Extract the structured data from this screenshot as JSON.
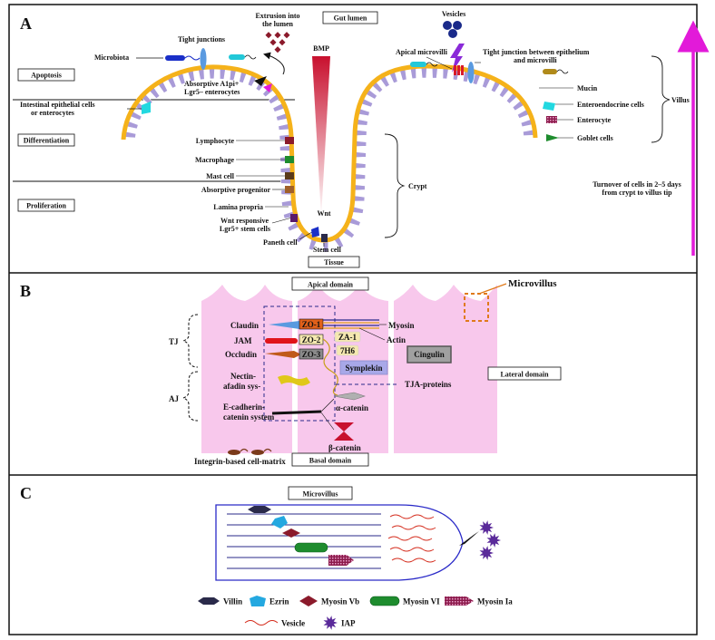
{
  "panel_a": {
    "letter": "A",
    "gut_lumen": "Gut lumen",
    "tissue": "Tissue",
    "zones": [
      "Apoptosis",
      "Differentiation",
      "Proliferation"
    ],
    "left_labels": {
      "microbiota": "Microbiota",
      "tight_junctions": "Tight junctions",
      "extrusion_1": "Extrusion into",
      "extrusion_2": "the lumen",
      "absorptive_a1pi": "Absorptive A1pi+",
      "lgr5_enterocytes": "Lgr5– enterocytes",
      "intestinal_1": "Intestinal epithelial cells",
      "intestinal_2": "or enterocytes",
      "lymphocyte": "Lymphocyte",
      "macrophage": "Macrophage",
      "mast_cell": "Mast cell",
      "absorptive_progenitor": "Absorptive progenitor",
      "lamina_propria": "Lamina propria",
      "wnt_responsive_1": "Wnt responsive",
      "wnt_responsive_2": "Lgr5+ stem cells",
      "paneth_cell": "Paneth cell",
      "stem_cell": "Stem cell",
      "bmp": "BMP",
      "wnt": "Wnt",
      "crypt": "Crypt"
    },
    "right_labels": {
      "vesicles": "Vesicles",
      "apical_microvilli": "Apical microvilli",
      "tight_junction_1": "Tight junction between epithelium",
      "tight_junction_2": "and microvilli",
      "mucin": "Mucin",
      "enteroendocrine": "Enteroendocrine cells",
      "enterocyte": "Enterocyte",
      "goblet": "Goblet cells",
      "villus": "Villus",
      "turnover_1": "Turnover of cells in 2–5 days",
      "turnover_2": "from crypt to villus tip"
    },
    "colors": {
      "membrane": "#f5b21a",
      "cell": "#a99bd8",
      "arrow": "#e21ad9",
      "gradient": "#c8102e"
    }
  },
  "panel_b": {
    "letter": "B",
    "apical_domain": "Apical domain",
    "basal_domain": "Basal domain",
    "lateral_domain": "Lateral domain",
    "microvillus": "Microvillus",
    "tj": "TJ",
    "aj": "AJ",
    "claudin": "Claudin",
    "jam": "JAM",
    "occludin": "Occludin",
    "nectin_1": "Nectin-",
    "nectin_2": "afadin sys-",
    "ecad_1": "E-cadherin-",
    "ecad_2": "catenin system",
    "zo1": "ZO-1",
    "zo2": "ZO-2",
    "zo3": "ZO-3",
    "za1": "ZA-1",
    "h7h6": "7H6",
    "symplekin": "Symplekin",
    "cingulin": "Cingulin",
    "myosin": "Myosin",
    "actin": "Actin",
    "tja": "TJA-proteins",
    "alpha_catenin": "α-catenin",
    "beta_catenin": "β-catenin",
    "integrin": "Integrin-based cell-matrix",
    "colors": {
      "cell": "#f8c8ec"
    }
  },
  "panel_c": {
    "letter": "C",
    "microvillus": "Microvillus",
    "legend": [
      {
        "name": "Villin",
        "icon": "hexagon",
        "color": "#2a2a4a"
      },
      {
        "name": "Ezrin",
        "icon": "pentagon",
        "color": "#24a8e0"
      },
      {
        "name": "Myosin Vb",
        "icon": "diamond",
        "color": "#8b1a2b"
      },
      {
        "name": "Myosin VI",
        "icon": "pill",
        "color": "#1e8c2e"
      },
      {
        "name": "Myosin Ia",
        "icon": "checked-pill",
        "color": "#8b1a4b"
      },
      {
        "name": "Vesicle",
        "icon": "wavy-line",
        "color": "#d42a1a"
      },
      {
        "name": "IAP",
        "icon": "star",
        "color": "#5a2a9a"
      }
    ]
  }
}
